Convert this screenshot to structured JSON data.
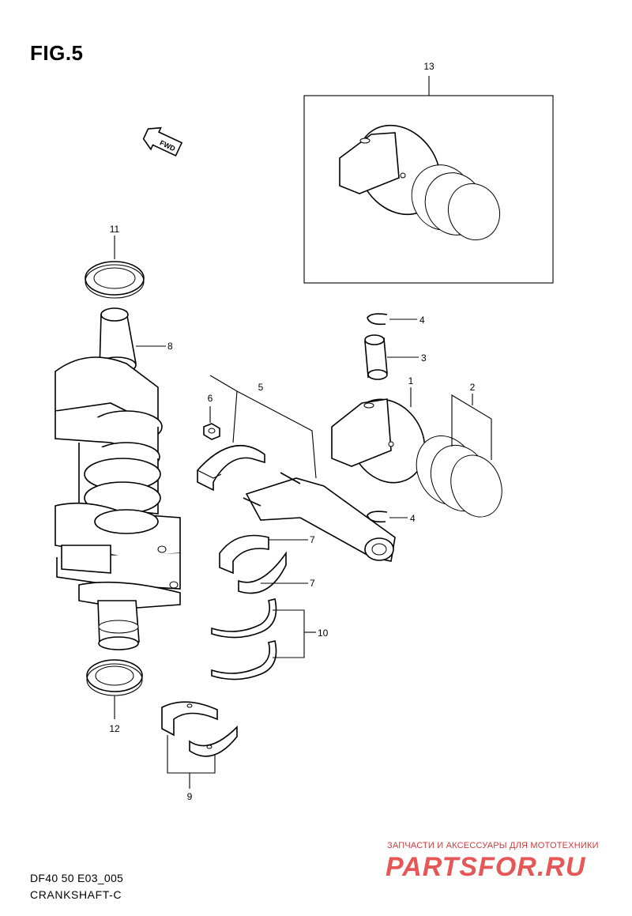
{
  "figure": {
    "title": "FIG.5",
    "reference_code": "DF40 50 E03_005",
    "reference_name": "CRANKSHAFT-C"
  },
  "fwd_arrow": {
    "label": "FWD"
  },
  "callouts": {
    "c1": "1",
    "c2": "2",
    "c3": "3",
    "c4a": "4",
    "c4b": "4",
    "c5": "5",
    "c6": "6",
    "c7a": "7",
    "c7b": "7",
    "c8": "8",
    "c9": "9",
    "c10": "10",
    "c11": "11",
    "c12": "12",
    "c13": "13"
  },
  "watermark": {
    "caption": "ЗАПЧАСТИ И АКСЕССУАРЫ ДЛЯ МОТОТЕХНИКИ",
    "logo": "PARTSFOR.RU",
    "color": "#e23b3b"
  }
}
